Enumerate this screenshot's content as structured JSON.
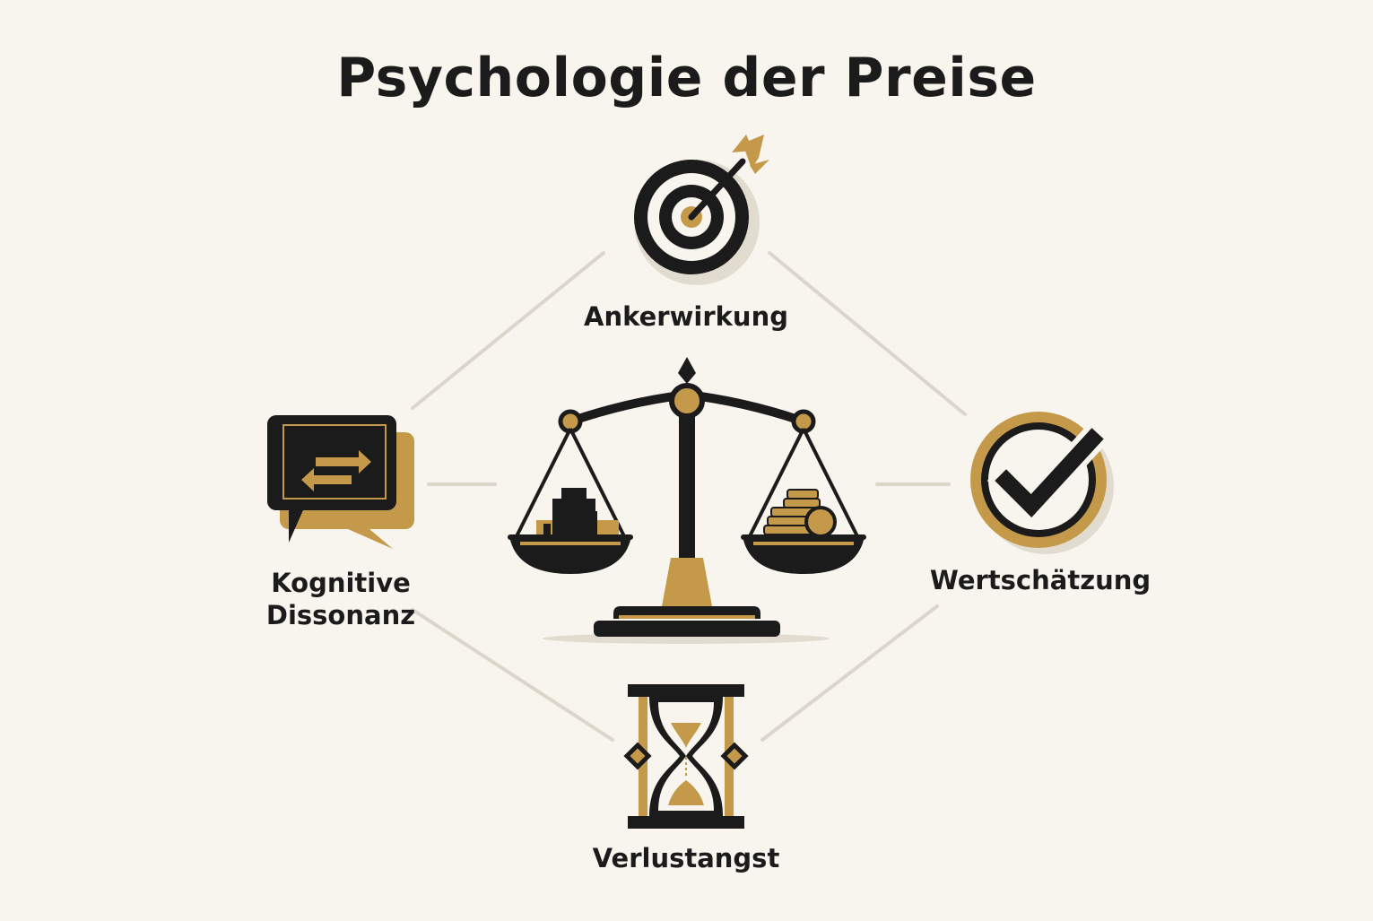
{
  "title": "Psychologie der Preise",
  "nodes": {
    "top": {
      "label": "Ankerwirkung",
      "icon": "target-icon"
    },
    "left": {
      "label_line1": "Kognitive",
      "label_line2": "Dissonanz",
      "icon": "chat-exchange-icon"
    },
    "right": {
      "label": "Wertschätzung",
      "icon": "checkmark-circle-icon"
    },
    "bottom": {
      "label": "Verlustangst",
      "icon": "hourglass-icon"
    },
    "center": {
      "icon": "balance-scale-icon"
    }
  },
  "colors": {
    "background": "#f8f5ef",
    "dark": "#1b1b1b",
    "gold": "#c49a4a",
    "connector": "#dcd6ca"
  }
}
